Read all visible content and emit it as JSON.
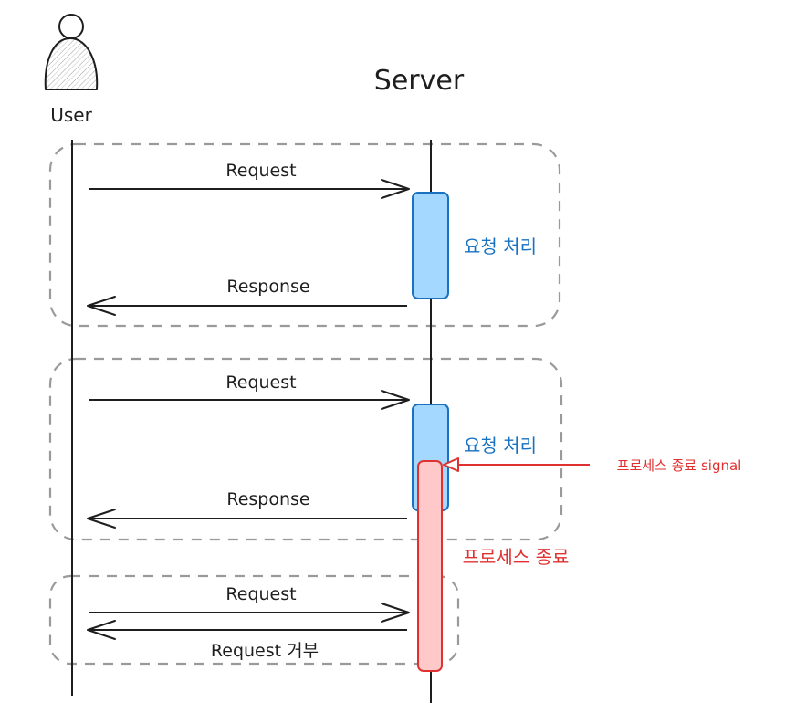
{
  "actors": {
    "user": "User",
    "server": "Server"
  },
  "messages": {
    "request_1": "Request",
    "response_1": "Response",
    "request_2": "Request",
    "response_2": "Response",
    "request_3": "Request",
    "reject_3": "Request 거부"
  },
  "activations": {
    "process_1": "요청 처리",
    "process_2": "요청 처리",
    "terminate": "프로세스 종료"
  },
  "signal": {
    "label": "프로세스 종료 signal"
  },
  "colors": {
    "ink": "#1e1e1e",
    "frame": "#9a9a9a",
    "activation_fill": "#a5d8ff",
    "activation_stroke": "#1971c2",
    "terminate_fill": "#ffc9c9",
    "terminate_stroke": "#e03131",
    "process_text": "#1971c2",
    "terminate_text": "#e03131"
  }
}
